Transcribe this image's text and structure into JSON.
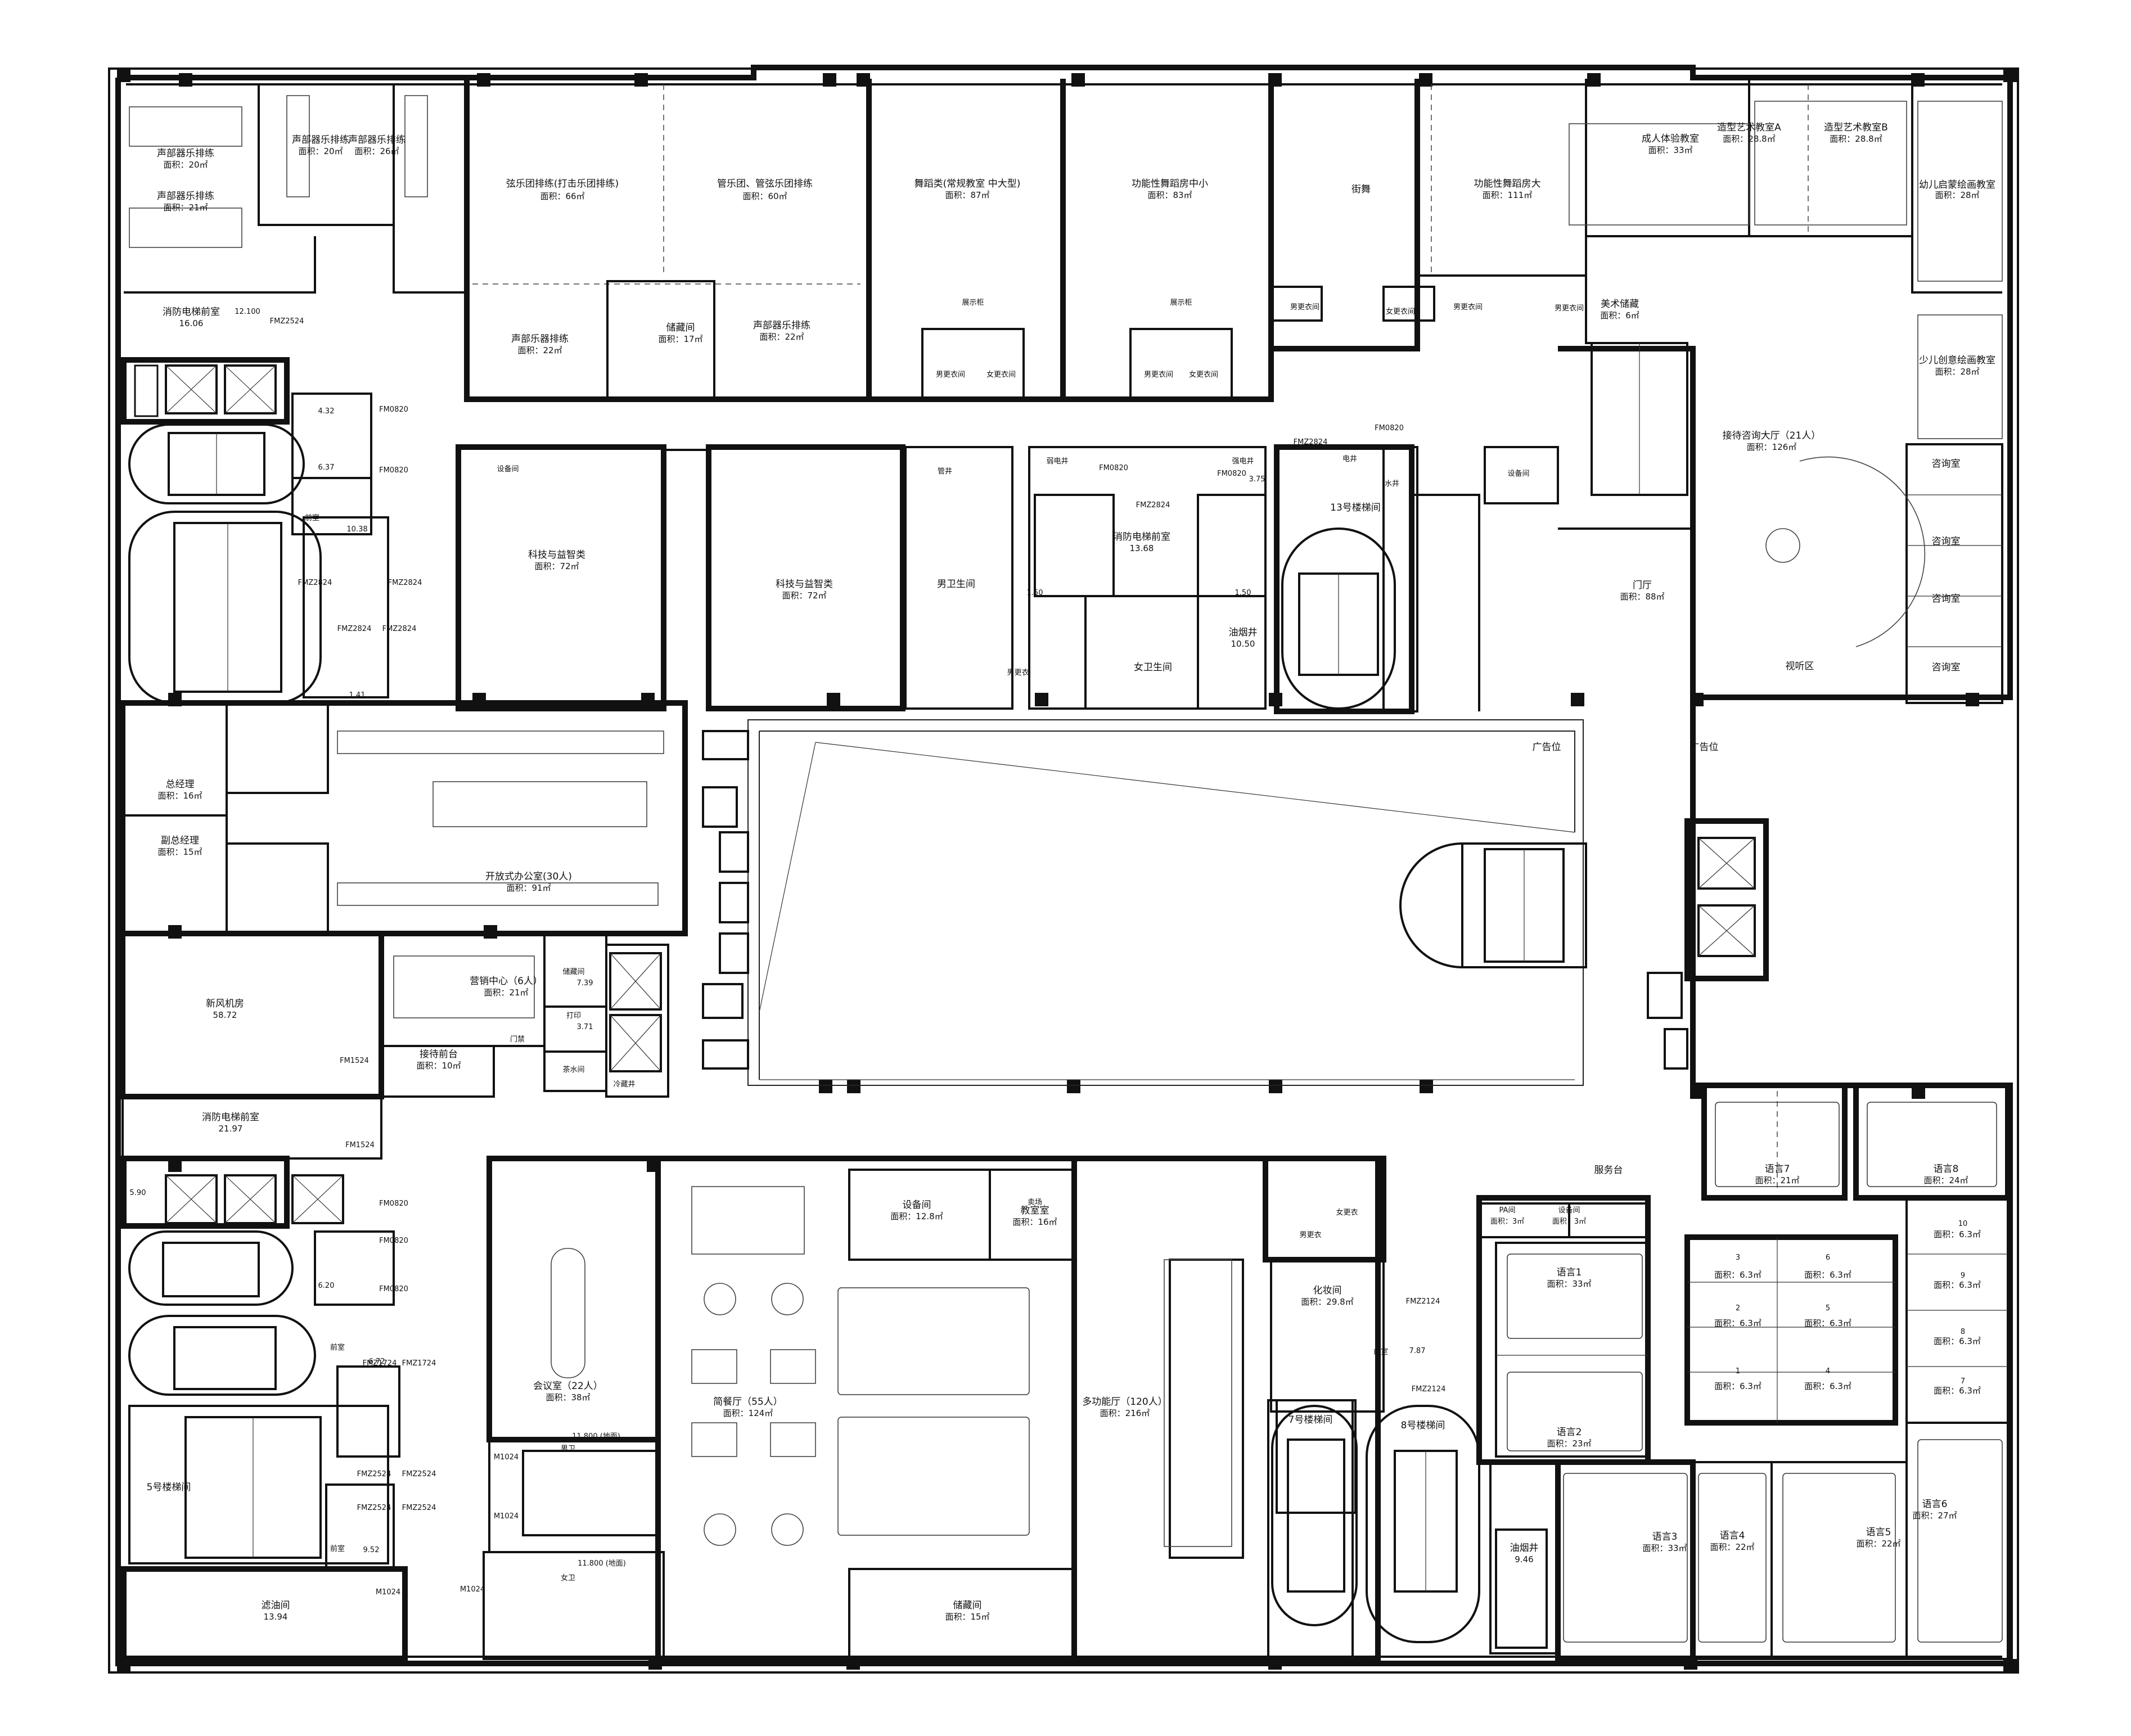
{
  "rooms": {
    "r_sb1": {
      "name": "声部器乐排练",
      "area": "面积：20㎡"
    },
    "r_sb2": {
      "name": "声部器乐排练",
      "area": "面积：21㎡"
    },
    "r_sb3": {
      "name": "声部器乐排练",
      "area": "面积：20㎡"
    },
    "r_sb4": {
      "name": "声部器乐排练",
      "area": "面积：26㎡"
    },
    "r_xianle": {
      "name": "弦乐团排练(打击乐团排练)",
      "area": "面积：66㎡"
    },
    "r_guanle": {
      "name": "管乐团、管弦乐团排练",
      "area": "面积：60㎡"
    },
    "r_sb5": {
      "name": "声部乐器排练",
      "area": "面积：22㎡"
    },
    "r_storage1": {
      "name": "储藏间",
      "area": "面积：17㎡"
    },
    "r_sb6": {
      "name": "声部器乐排练",
      "area": "面积：22㎡"
    },
    "r_dance1": {
      "name": "舞蹈类(常规教室  中大型)",
      "area": "面积：87㎡"
    },
    "r_dance2": {
      "name": "功能性舞蹈房中小",
      "area": "面积：83㎡"
    },
    "r_jiewu": {
      "name": "街舞"
    },
    "r_dance3": {
      "name": "功能性舞蹈房大",
      "area": "面积：111㎡"
    },
    "r_adult": {
      "name": "成人体验教室",
      "area": "面积：33㎡"
    },
    "r_artA": {
      "name": "造型艺术教室A",
      "area": "面积：28.8㎡"
    },
    "r_artB": {
      "name": "造型艺术教室B",
      "area": "面积：28.8㎡"
    },
    "r_kids": {
      "name": "幼儿启蒙绘画教室",
      "area": "面积：28㎡"
    },
    "r_youth": {
      "name": "少儿创意绘画教室",
      "area": "面积：28㎡"
    },
    "r_artstore": {
      "name": "美术储藏",
      "area": "面积：6㎡"
    },
    "r_reception": {
      "name": "接待咨询大厅（21人）",
      "area": "面积：126㎡"
    },
    "r_hall": {
      "name": "门厅",
      "area": "面积：88㎡"
    },
    "r_view": {
      "name": "视听区"
    },
    "r_consult": {
      "name": "咨询室"
    },
    "r_fire1": {
      "name": "消防电梯前室",
      "area": "16.06"
    },
    "r_tech1": {
      "name": "科技与益智类",
      "area": "面积：72㎡"
    },
    "r_tech2": {
      "name": "科技与益智类",
      "area": "面积：72㎡"
    },
    "r_wc1": {
      "name": "男卫生间"
    },
    "r_wc2": {
      "name": "女卫生间"
    },
    "r_fire2": {
      "name": "消防电梯前室",
      "area": "13.68"
    },
    "r_stair13": {
      "name": "13号楼梯间"
    },
    "r_gm": {
      "name": "总经理",
      "area": "面积：16㎡"
    },
    "r_vgm": {
      "name": "副总经理",
      "area": "面积：15㎡"
    },
    "r_office": {
      "name": "开放式办公室(30人)",
      "area": "面积：91㎡"
    },
    "r_fresh": {
      "name": "新风机房",
      "area": "58.72"
    },
    "r_sales": {
      "name": "营销中心（6人）",
      "area": "面积：21㎡"
    },
    "r_front": {
      "name": "接待前台",
      "area": "面积：10㎡"
    },
    "r_fire3": {
      "name": "消防电梯前室",
      "area": "21.97"
    },
    "r_meeting": {
      "name": "会议室（22人）",
      "area": "面积：38㎡"
    },
    "r_dining": {
      "name": "简餐厅（55人）",
      "area": "面积：124㎡"
    },
    "r_multi": {
      "name": "多功能厅（120人）",
      "area": "面积：216㎡"
    },
    "r_equip": {
      "name": "设备间",
      "area": "面积：12.8㎡"
    },
    "r_teacher": {
      "name": "教室室",
      "area": "面积：16㎡"
    },
    "r_storage2": {
      "name": "储藏间",
      "area": "面积：15㎡"
    },
    "r_makeup": {
      "name": "化妆间",
      "area": "面积：29.8㎡"
    },
    "r_stair7": {
      "name": "7号楼梯间"
    },
    "r_stair8": {
      "name": "8号楼梯间"
    },
    "r_stair5": {
      "name": "5号楼梯间"
    },
    "r_filter": {
      "name": "滤油间",
      "area": "13.94"
    },
    "r_lang1": {
      "name": "语言1",
      "area": "面积：33㎡"
    },
    "r_lang2": {
      "name": "语言2",
      "area": "面积：23㎡"
    },
    "r_lang3": {
      "name": "语言3",
      "area": "面积：33㎡"
    },
    "r_lang4": {
      "name": "语言4",
      "area": "面积：22㎡"
    },
    "r_lang5": {
      "name": "语言5",
      "area": "面积：22㎡"
    },
    "r_lang6": {
      "name": "语言6",
      "area": "面积：27㎡"
    },
    "r_lang7": {
      "name": "语言7",
      "area": "面积：21㎡"
    },
    "r_lang8": {
      "name": "语言8",
      "area": "面积：24㎡"
    },
    "r_small": {
      "area": "面积：6.3㎡"
    },
    "r_pa": {
      "name": "PA间",
      "area": "面积：3㎡"
    },
    "r_equip2": {
      "name": "设备间",
      "area": "面积：3㎡"
    },
    "r_service": {
      "name": "服务台"
    },
    "r_ad1": {
      "name": "广告位"
    },
    "r_ad2": {
      "name": "广告位"
    },
    "r_oil": {
      "name": "油烟井",
      "area": "9.46"
    },
    "r_oil2": {
      "name": "油烟井",
      "area": "10.50"
    },
    "r_archive": {
      "name": "储藏间",
      "area": "7.39"
    },
    "r_print": {
      "name": "打印",
      "area": "3.71"
    },
    "r_tea": {
      "name": "茶水间"
    },
    "r_cold": {
      "name": "冷藏井"
    },
    "r_men_change": {
      "name": "男更衣间"
    },
    "r_women_change": {
      "name": "女更衣间"
    },
    "r_display": {
      "name": "展示柜"
    },
    "r_gate": {
      "name": "门禁"
    },
    "r_equip3": {
      "name": "设备间"
    },
    "r_dian": {
      "name": "电井"
    },
    "r_shui": {
      "name": "水井"
    },
    "r_guan": {
      "name": "管井"
    },
    "r_ruo": {
      "name": "弱电井"
    },
    "r_qiang": {
      "name": "强电井"
    },
    "r_nan": {
      "name": "男更衣"
    },
    "r_nv": {
      "name": "女更衣"
    },
    "r_men": {
      "name": "男卫"
    },
    "r_women": {
      "name": "女卫"
    },
    "r_shop": {
      "name": "卖场"
    },
    "r_lounge": {
      "name": "前室"
    }
  },
  "tags": {
    "fm2524": "FMZ2524",
    "fm1524": "FM1524",
    "fm2824": "FMZ2824",
    "fm2124": "FMZ2124",
    "fm0820": "FM0820",
    "fm1724": "FMZ1724",
    "m1024": "M1024",
    "elev1": "12.100",
    "elev2": "11.800 (地面)",
    "elev3": "11.800 (地面)",
    "v_432": "4.32",
    "v_637": "6.37",
    "v_1038": "10.38",
    "v_141": "1.41",
    "v_620": "6.20",
    "v_672": "6.72",
    "v_952": "9.52",
    "v_787": "7.87",
    "v_375": "3.75",
    "v_150": "1.50",
    "v_590": "5.90",
    "n1": "1",
    "n2": "2",
    "n3": "3",
    "n4": "4",
    "n5": "5",
    "n6": "6",
    "n7": "7",
    "n8": "8",
    "n9": "9",
    "n10": "10"
  }
}
